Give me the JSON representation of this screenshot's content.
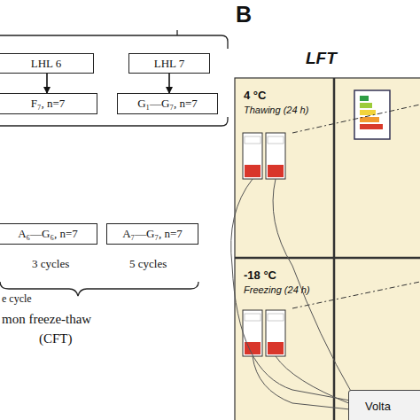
{
  "diagram": {
    "nodes": [
      {
        "text": [
          "LHL 6"
        ]
      },
      {
        "text": [
          "LHL 7"
        ]
      },
      {
        "text": [
          "F₇, n=7"
        ]
      },
      {
        "text": [
          "G₁—G₇, n=7"
        ]
      },
      {
        "text": [
          "A₆—G₆, n=7"
        ]
      },
      {
        "text": [
          "A₇—G₇, n=7"
        ]
      },
      {
        "text": [
          "LFT"
        ]
      },
      {
        "text": [
          "4 °C",
          "Thawing (24 h)"
        ],
        "in": 6
      },
      {
        "text": [
          "-18 °C",
          "Freezing (24 h)"
        ],
        "in": 6
      },
      {
        "text": [
          "Volta"
        ]
      }
    ],
    "edges": [
      {
        "from": 0,
        "to": 2,
        "arrow": "to"
      },
      {
        "from": 1,
        "to": 3,
        "arrow": "to"
      }
    ],
    "labels": [
      "B",
      "3 cycles",
      "5 cycles",
      "e cycle",
      "mon freeze-thaw",
      "(CFT)"
    ]
  }
}
